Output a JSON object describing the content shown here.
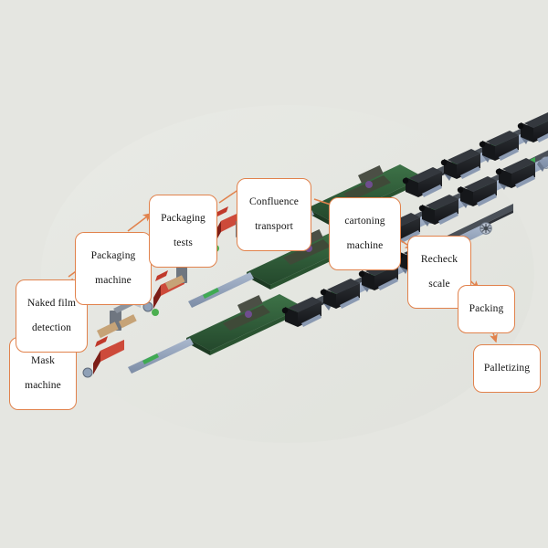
{
  "diagram": {
    "title": "Mask production and packaging line flow",
    "background_color": "#e5e6e1",
    "accent_color": "#e1824c",
    "label_fill": "#ffffff",
    "label_text_color": "#151515",
    "labels": [
      {
        "id": "mask-machine",
        "line1": "Mask",
        "line2": "machine"
      },
      {
        "id": "naked-film-detection",
        "line1": "Naked film",
        "line2": "detection"
      },
      {
        "id": "packaging-machine",
        "line1": "Packaging",
        "line2": "machine"
      },
      {
        "id": "packaging-tests",
        "line1": "Packaging",
        "line2": "tests"
      },
      {
        "id": "confluence-transport",
        "line1": "Confluence",
        "line2": "transport"
      },
      {
        "id": "cartoning-machine",
        "line1": "cartoning",
        "line2": "machine"
      },
      {
        "id": "recheck-scale",
        "line1": "Recheck",
        "line2": "scale"
      },
      {
        "id": "packing",
        "line1": "Packing",
        "line2": ""
      },
      {
        "id": "palletizing",
        "line1": "Palletizing",
        "line2": ""
      }
    ],
    "flow_order": [
      "Mask machine",
      "Naked film detection",
      "Packaging machine",
      "Packaging tests",
      "Confluence transport",
      "cartoning machine",
      "Recheck scale",
      "Packing",
      "Palletizing"
    ],
    "scene": {
      "description": "Isometric 3D render of three parallel mask packaging production lines",
      "machine_colors": {
        "base_green": "#31603a",
        "packer_red": "#a93226",
        "conveyor_blue": "#94a4bd",
        "conveyor_green": "#3faa52",
        "station_black": "#1d1f22",
        "frame_gray": "#7d8691",
        "carton_tan": "#c6a377"
      },
      "line_count": 3,
      "branches_per_line": 6
    }
  }
}
